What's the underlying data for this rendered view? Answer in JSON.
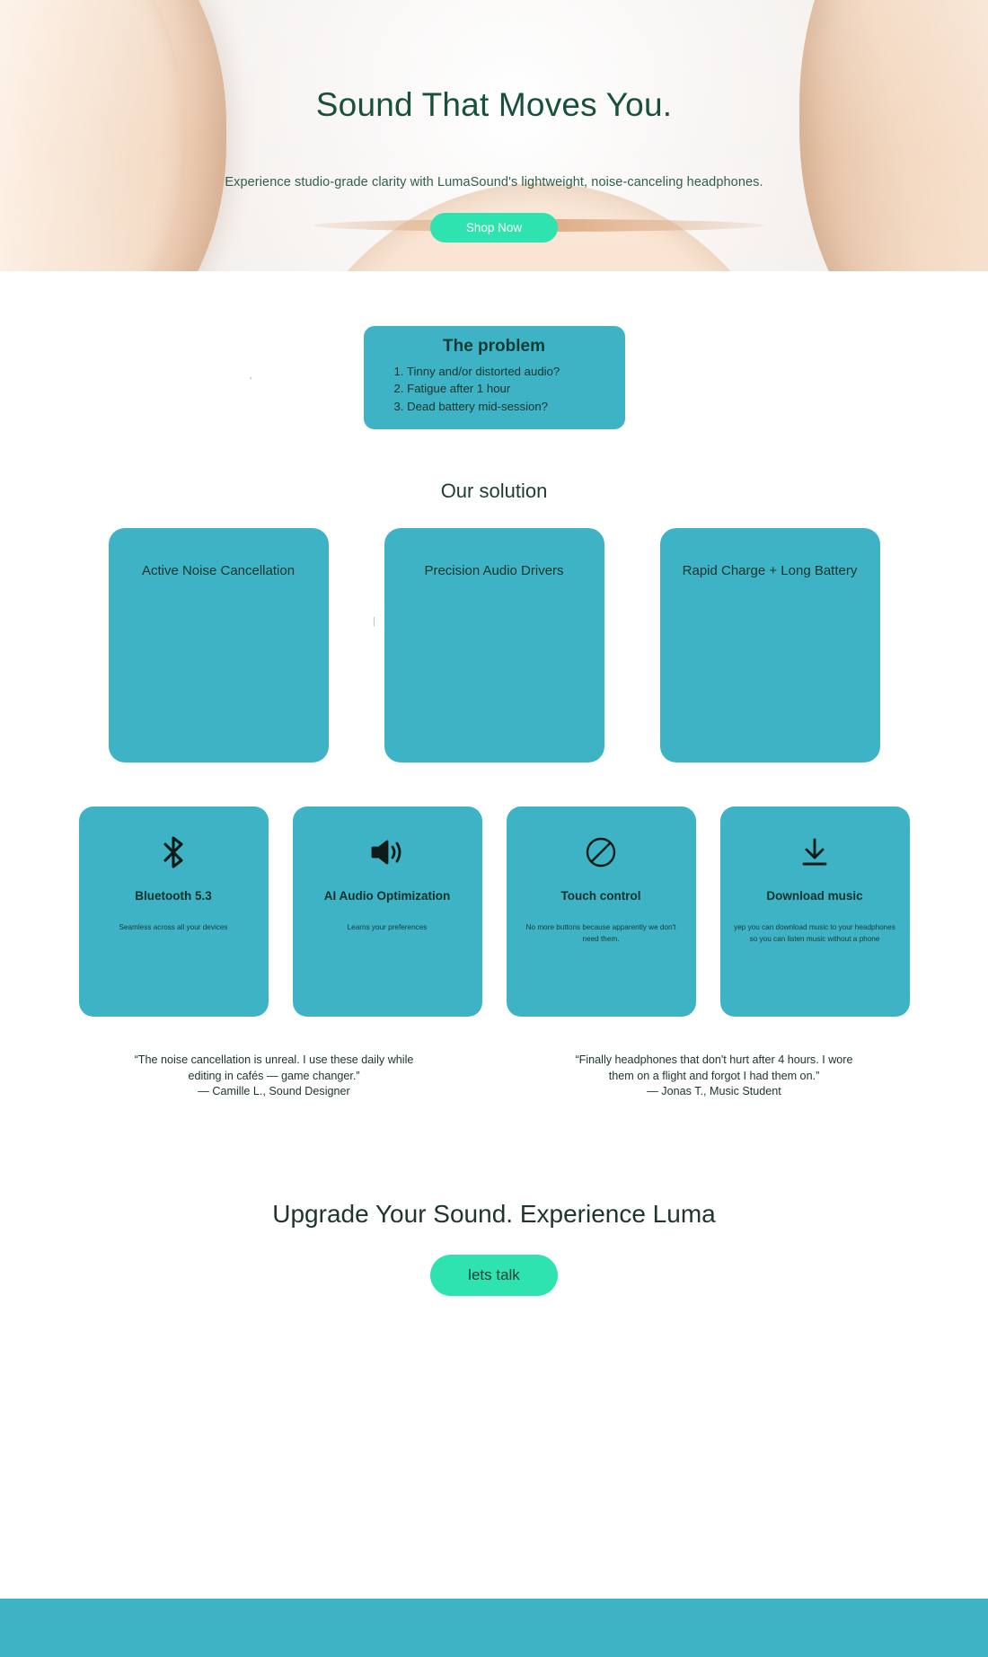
{
  "hero": {
    "title": "Sound That Moves You.",
    "subtitle": "Experience studio-grade clarity with LumaSound's lightweight, noise-canceling headphones.",
    "cta_label": "Shop Now"
  },
  "problem": {
    "title": "The problem",
    "items": [
      "1. Tinny and/or distorted audio?",
      "2. Fatigue after 1 hour",
      "3. Dead battery mid-session?"
    ]
  },
  "solution": {
    "heading": "Our solution",
    "cards": [
      {
        "label": "Active Noise Cancellation"
      },
      {
        "label": "Precision Audio Drivers"
      },
      {
        "label": "Rapid Charge + Long Battery"
      }
    ]
  },
  "features": [
    {
      "icon": "bluetooth-icon",
      "name": "Bluetooth 5.3",
      "desc": "Seamless across all your devices"
    },
    {
      "icon": "speaker-volume-icon",
      "name": "AI Audio Optimization",
      "desc": "Learns your preferences"
    },
    {
      "icon": "no-entry-icon",
      "name": "Touch control",
      "desc": "No more buttons because apparently we don't need them."
    },
    {
      "icon": "download-icon",
      "name": "Download music",
      "desc": "yep you can download music to your headphones so you can listen music without a phone"
    }
  ],
  "testimonials": [
    {
      "quote": "“The noise cancellation is unreal. I use these daily while editing in cafés — game changer.”",
      "author": "— Camille L., Sound Designer"
    },
    {
      "quote": "“Finally headphones that don't hurt after 4 hours. I wore them on a flight and forgot I had them on.”",
      "author": "— Jonas T., Music Student"
    }
  ],
  "cta": {
    "title": "Upgrade Your Sound. Experience Luma",
    "button_label": "lets talk"
  },
  "marks": {
    "stray_one": "‘",
    "stray_two": "|"
  },
  "colors": {
    "teal_card": "#3fb3c6",
    "mint_button": "#2fe3b0",
    "heading_green": "#18503c",
    "footer": "#3fb3c6"
  }
}
